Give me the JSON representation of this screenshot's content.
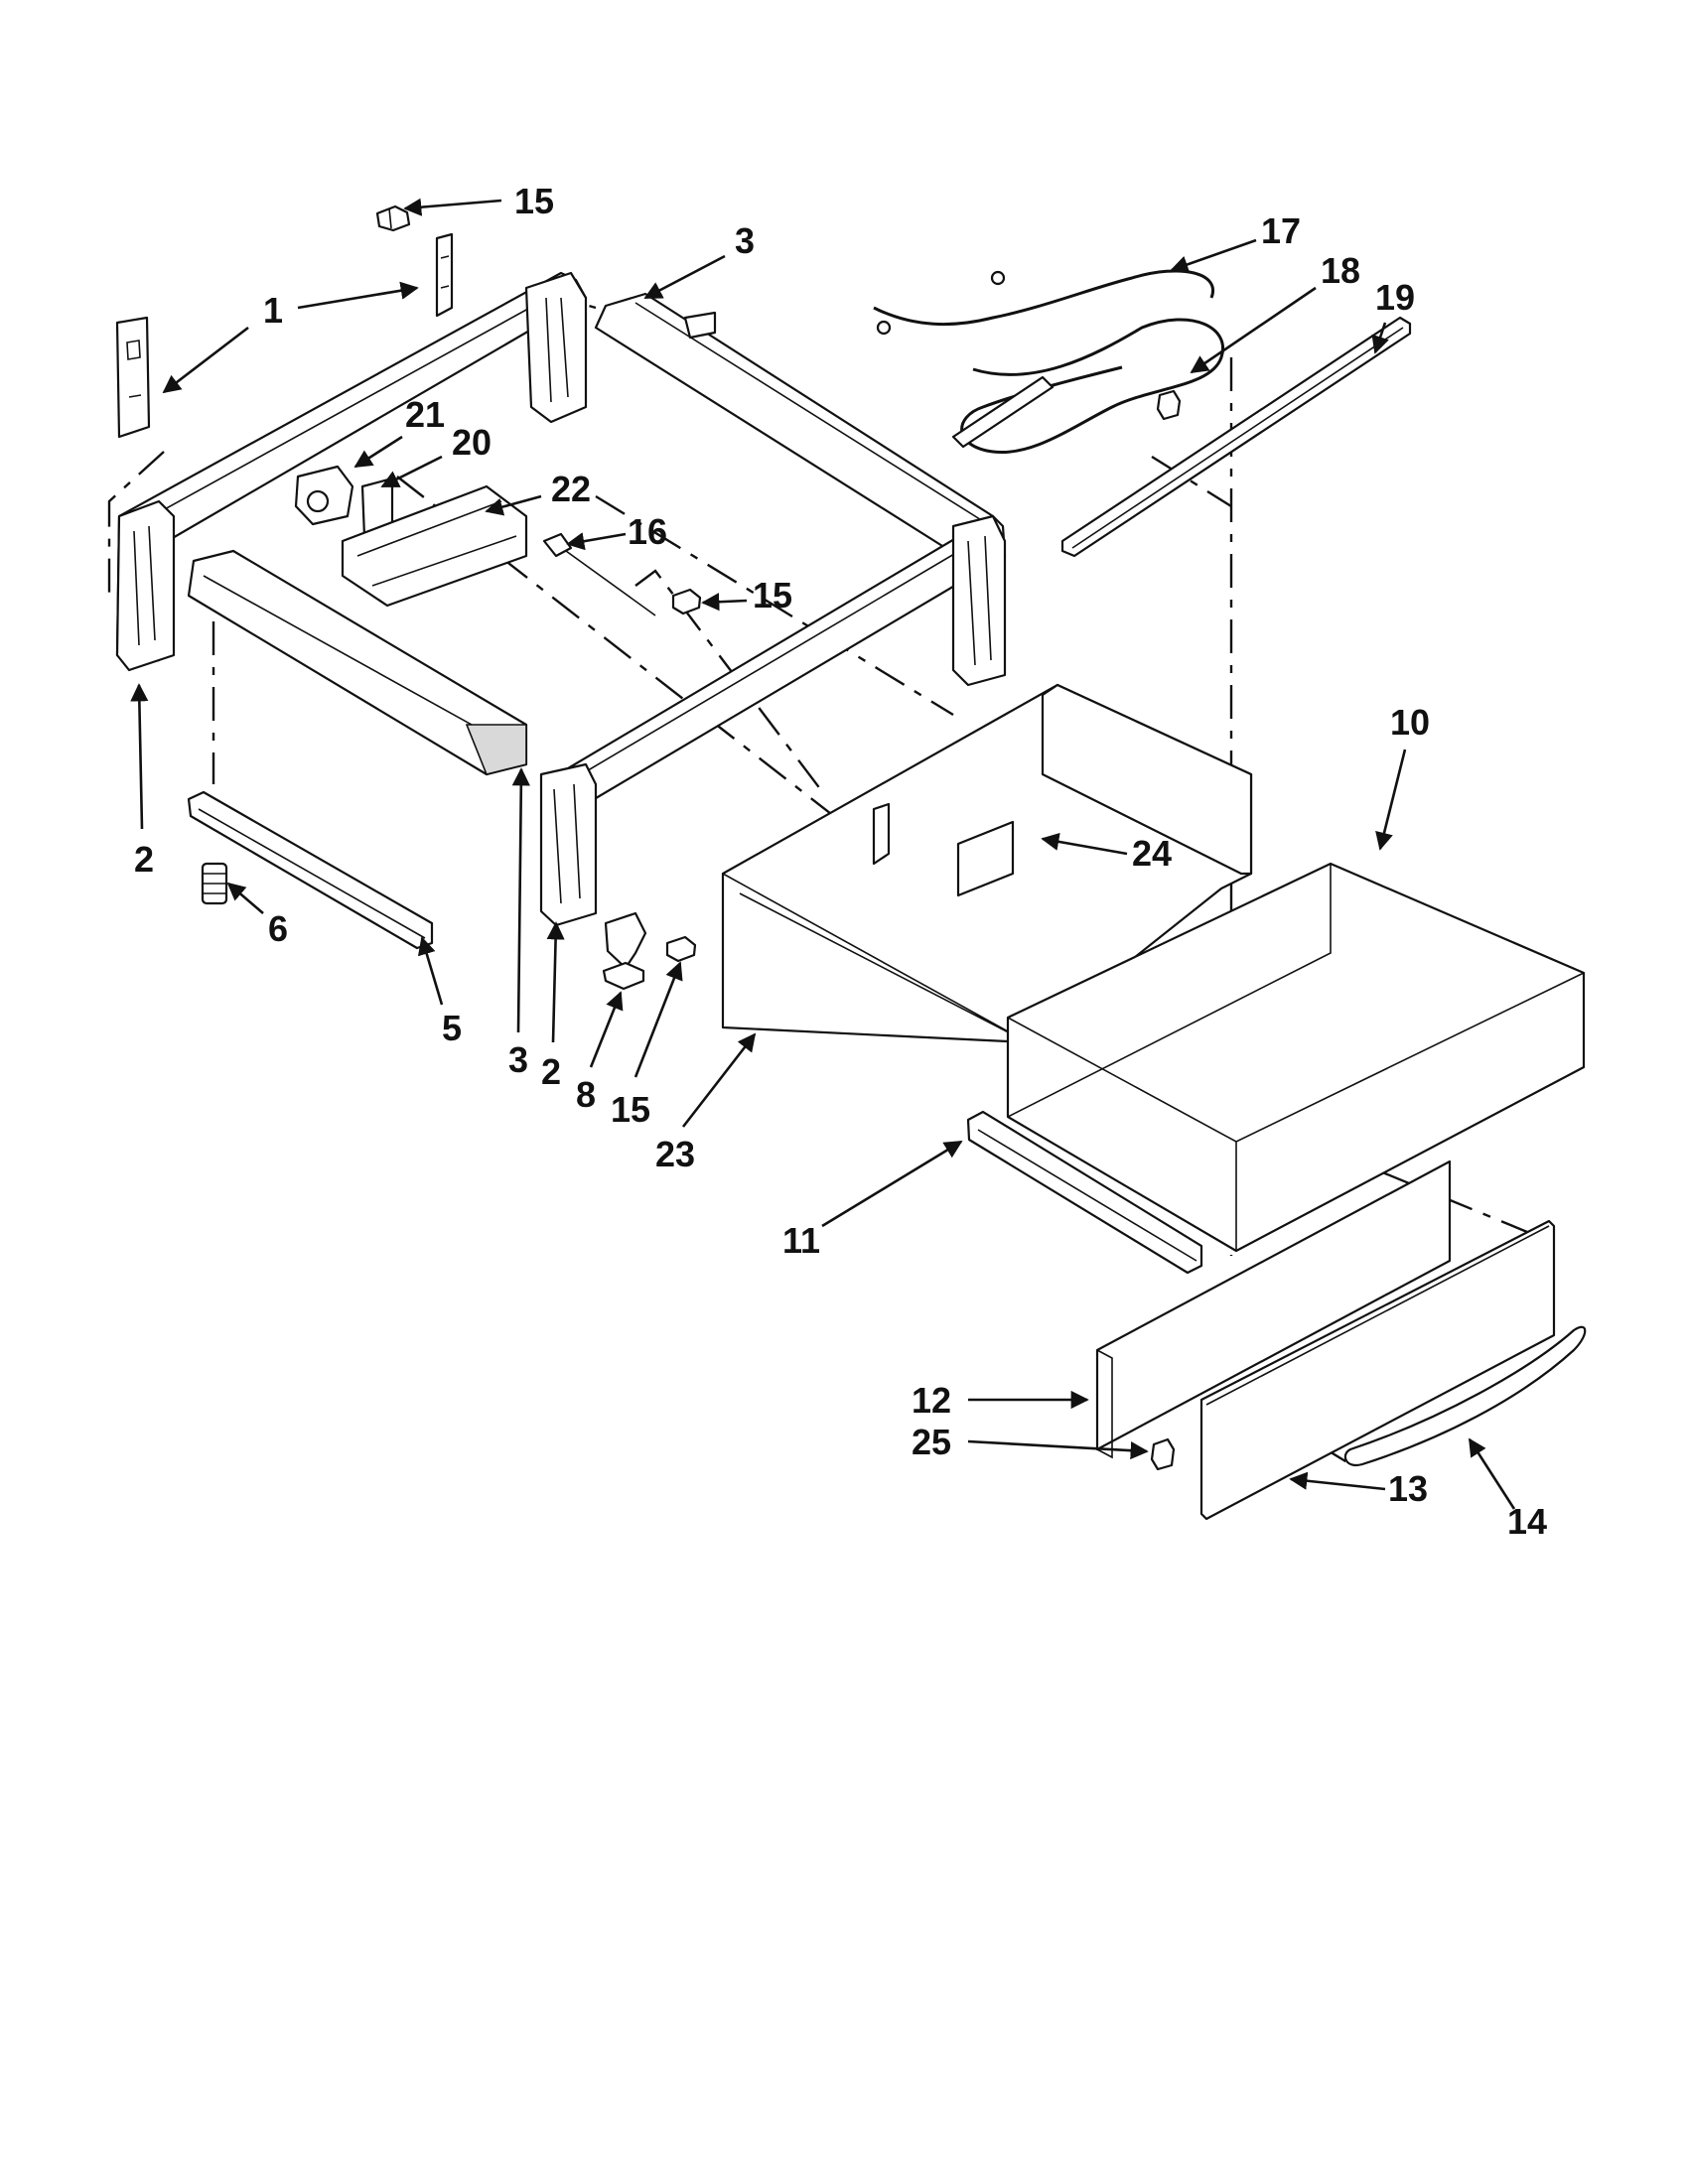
{
  "diagram": {
    "callouts": [
      {
        "id": "c15a",
        "label": "15"
      },
      {
        "id": "c3a",
        "label": "3"
      },
      {
        "id": "c17",
        "label": "17"
      },
      {
        "id": "c18",
        "label": "18"
      },
      {
        "id": "c19",
        "label": "19"
      },
      {
        "id": "c1",
        "label": "1"
      },
      {
        "id": "c21",
        "label": "21"
      },
      {
        "id": "c20",
        "label": "20"
      },
      {
        "id": "c22",
        "label": "22"
      },
      {
        "id": "c16",
        "label": "16"
      },
      {
        "id": "c15b",
        "label": "15"
      },
      {
        "id": "c10",
        "label": "10"
      },
      {
        "id": "c24",
        "label": "24"
      },
      {
        "id": "c2a",
        "label": "2"
      },
      {
        "id": "c6",
        "label": "6"
      },
      {
        "id": "c5",
        "label": "5"
      },
      {
        "id": "c3b",
        "label": "3"
      },
      {
        "id": "c2b",
        "label": "2"
      },
      {
        "id": "c8",
        "label": "8"
      },
      {
        "id": "c15c",
        "label": "15"
      },
      {
        "id": "c23",
        "label": "23"
      },
      {
        "id": "c11",
        "label": "11"
      },
      {
        "id": "c12",
        "label": "12"
      },
      {
        "id": "c25",
        "label": "25"
      },
      {
        "id": "c13",
        "label": "13"
      },
      {
        "id": "c14",
        "label": "14"
      }
    ]
  }
}
